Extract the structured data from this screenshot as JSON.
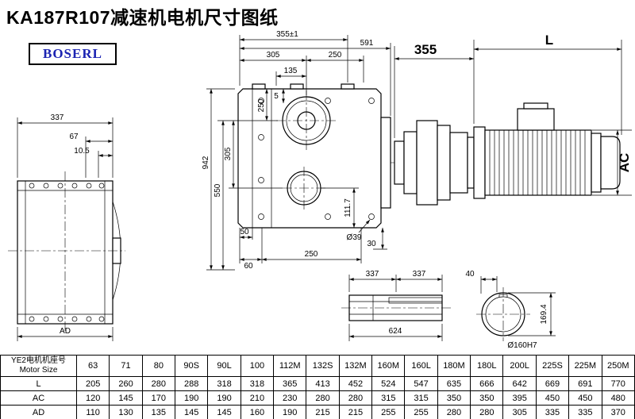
{
  "title": "KA187R107减速机电机尺寸图纸",
  "logo": "BOSERL",
  "colors": {
    "logo_text": "#1c24b2",
    "line": "#000000",
    "background": "#ffffff"
  },
  "dims": {
    "side": {
      "width": "337",
      "a": "67",
      "b": "10.5",
      "ad": "AD"
    },
    "front": {
      "top_355": "355±1",
      "top_591": "591",
      "h305": "305",
      "h250": "250",
      "h135": "135",
      "v942": "942",
      "v550": "550",
      "v305": "305",
      "v250": "250",
      "v5": "5",
      "v111_7": "111.7",
      "b50": "50",
      "b60": "60",
      "b250": "250",
      "d39": "Ø39",
      "b30": "30"
    },
    "motor": {
      "w355": "355",
      "len": "L",
      "ac": "AC"
    },
    "shaft": {
      "a337": "337",
      "b337": "337",
      "c40": "40",
      "total": "624",
      "height": "169.4",
      "bore": "Ø160H7"
    }
  },
  "table": {
    "header_cn": "YE2电机机座号",
    "header_en": "Motor Size",
    "sizes": [
      "63",
      "71",
      "80",
      "90S",
      "90L",
      "100",
      "112M",
      "132S",
      "132M",
      "160M",
      "160L",
      "180M",
      "180L",
      "200L",
      "225S",
      "225M",
      "250M"
    ],
    "rows": [
      {
        "label": "L",
        "values": [
          "205",
          "260",
          "280",
          "288",
          "318",
          "318",
          "365",
          "413",
          "452",
          "524",
          "547",
          "635",
          "666",
          "642",
          "669",
          "691",
          "770"
        ]
      },
      {
        "label": "AC",
        "values": [
          "120",
          "145",
          "170",
          "190",
          "190",
          "210",
          "230",
          "280",
          "280",
          "315",
          "315",
          "350",
          "350",
          "395",
          "450",
          "450",
          "480"
        ]
      },
      {
        "label": "AD",
        "values": [
          "110",
          "130",
          "135",
          "145",
          "145",
          "160",
          "190",
          "215",
          "215",
          "255",
          "255",
          "280",
          "280",
          "305",
          "335",
          "335",
          "370"
        ]
      }
    ]
  }
}
